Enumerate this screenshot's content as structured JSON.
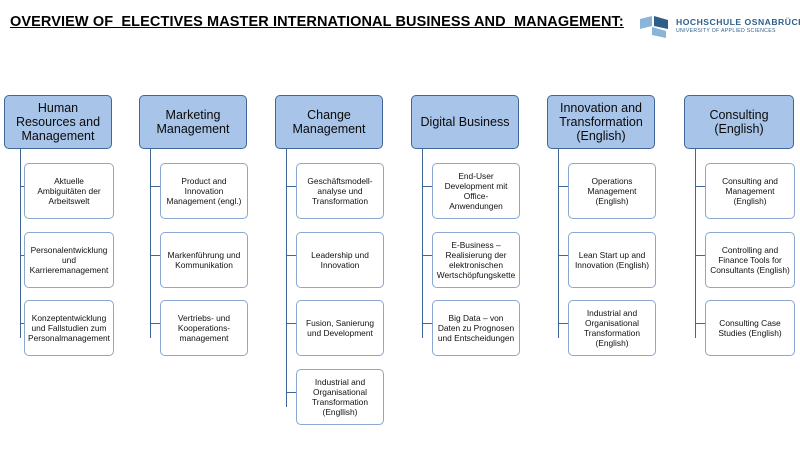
{
  "title": "OVERVIEW OF  ELECTIVES MASTER INTERNATIONAL BUSINESS AND  MANAGEMENT:",
  "logo": {
    "name": "HOCHSCHULE OSNABRÜCK",
    "subtitle": "UNIVERSITY OF APPLIED SCIENCES",
    "colors": {
      "light": "#8ab4d8",
      "dark": "#2d5f8a"
    }
  },
  "colors": {
    "header_fill": "#a8c4e8",
    "border": "#41669a",
    "item_border": "#8aa8cf"
  },
  "columns": [
    {
      "header": "Human Resources and Management",
      "items": [
        "Aktuelle Ambiguitäten der Arbeitswelt",
        "Personalentwicklung und Karrieremanagement",
        "Konzeptentwicklung und Fallstudien zum Personalmanagement"
      ]
    },
    {
      "header": "Marketing Management",
      "items": [
        "Product and Innovation Management (engl.)",
        "Markenführung und Kommunikation",
        "Vertriebs- und Kooperations-management"
      ]
    },
    {
      "header": "Change Management",
      "items": [
        "Geschäftsmodell-analyse und Transformation",
        "Leadership und Innovation",
        "Fusion, Sanierung und Development",
        "Industrial and Organisational Transformation (Engllish)"
      ]
    },
    {
      "header": "Digital Business",
      "items": [
        "End-User Development mit Office-Anwendungen",
        "E-Business – Realisierung der elektronischen Wertschöpfungskette",
        "Big Data – von Daten zu Prognosen und Entscheidungen"
      ]
    },
    {
      "header": "Innovation and Transformation (English)",
      "items": [
        "Operations Management (English)",
        "Lean Start up and Innovation (English)",
        "Industrial and Organisational Transformation (English)"
      ]
    },
    {
      "header": "Consulting (English)",
      "items": [
        "Consulting and Management (English)",
        "Controlling and Finance Tools for Consultants (English)",
        "Consulting Case Studies (English)"
      ]
    }
  ]
}
